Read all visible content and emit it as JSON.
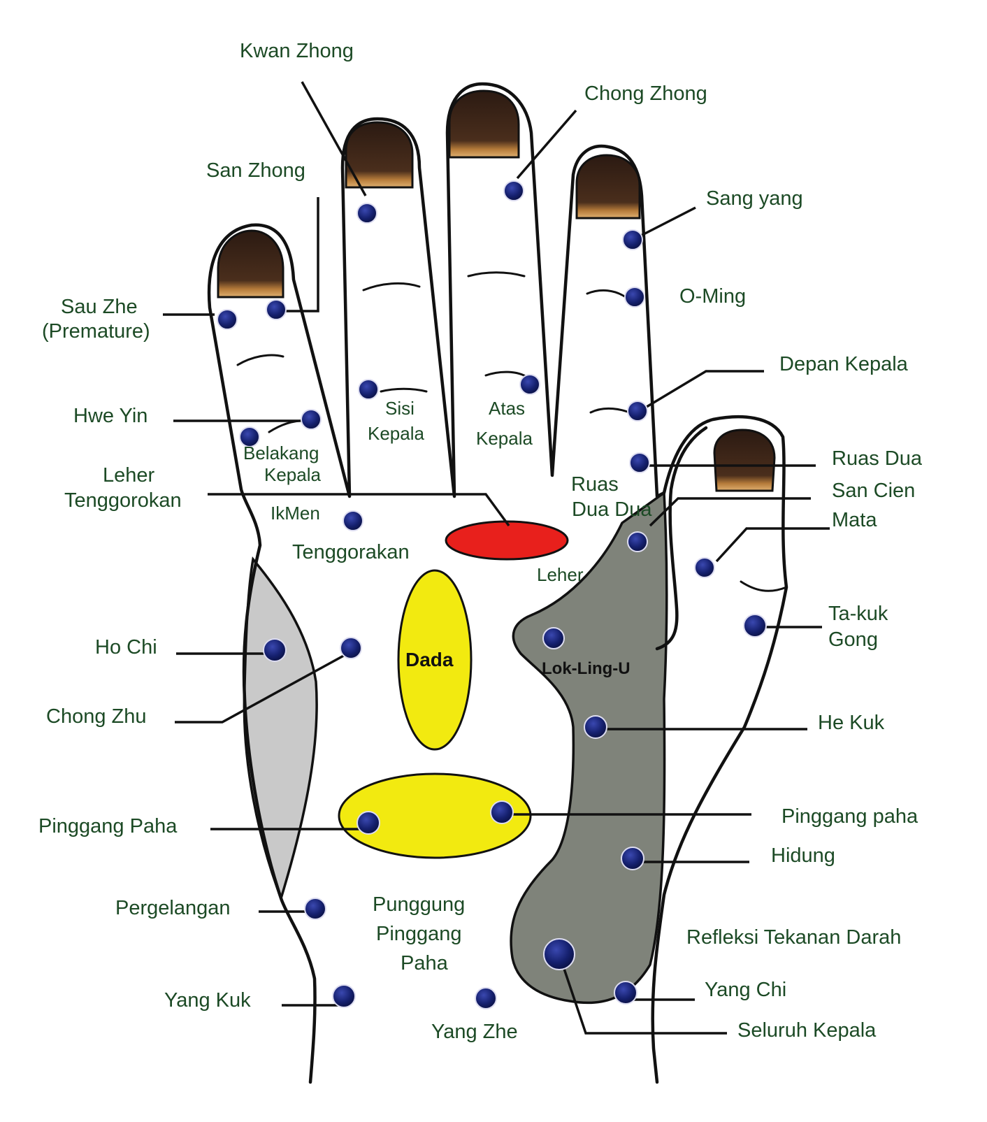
{
  "colors": {
    "label_text": "#1c4a25",
    "point": "#15206e",
    "throat_zone": "#e8201c",
    "chest_zone": "#f2ea10",
    "left_zone": "#c9c9c9",
    "right_zone": "#7f837a",
    "nail": "#3a2418",
    "nail_base": "#b57b3a"
  },
  "labels": {
    "kwan_zhong": "Kwan Zhong",
    "chong_zhong": "Chong Zhong",
    "san_zhong": "San Zhong",
    "sang_yang": "Sang yang",
    "sau_zhe": "Sau Zhe",
    "sau_zhe_note": "(Premature)",
    "o_ming": "O-Ming",
    "depan_kepala": "Depan Kepala",
    "hwe_yin": "Hwe Yin",
    "sisi": "Sisi",
    "kepala_sisi": "Kepala",
    "atas": "Atas",
    "kepala_atas": "Kepala",
    "belakang": "Belakang",
    "kepala_belakang": "Kepala",
    "ruas_dua": "Ruas Dua",
    "leher_title": "Leher",
    "tenggorokan": "Tenggorokan",
    "ruas_dua_dua_1": "Ruas",
    "ruas_dua_dua_2": "Dua Dua",
    "san_cien": "San Cien",
    "mata": "Mata",
    "ikmen": "IkMen",
    "tenggorakan": "Tenggorakan",
    "leher": "Leher",
    "ta_kuk_1": "Ta-kuk",
    "ta_kuk_2": "Gong",
    "ho_chi": "Ho Chi",
    "dada": "Dada",
    "lok_ling_u": "Lok-Ling-U",
    "chong_zhu": "Chong Zhu",
    "he_kuk": "He Kuk",
    "pinggang_paha_left": "Pinggang Paha",
    "pinggang_paha_right": "Pinggang paha",
    "hidung": "Hidung",
    "pergelangan": "Pergelangan",
    "punggung_1": "Punggung",
    "punggung_2": "Pinggang",
    "punggung_3": "Paha",
    "refleksi": "Refleksi Tekanan Darah",
    "yang_kuk": "Yang Kuk",
    "yang_chi": "Yang Chi",
    "yang_zhe": "Yang Zhe",
    "seluruh_kepala": "Seluruh Kepala"
  }
}
